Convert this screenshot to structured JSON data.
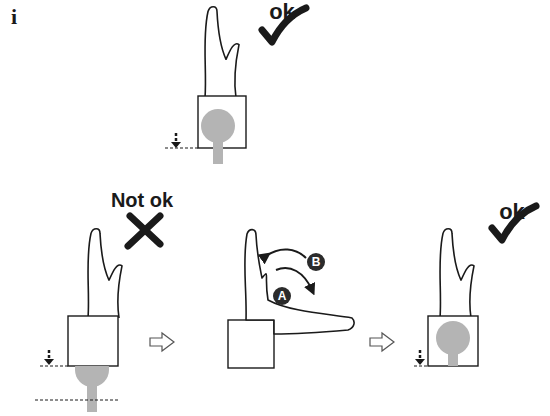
{
  "diagram": {
    "nodes": [
      {
        "text": [
          "A"
        ]
      },
      {
        "text": [
          "B"
        ]
      }
    ],
    "labels": [
      "i",
      "ok",
      "Not ok",
      "ok"
    ]
  }
}
